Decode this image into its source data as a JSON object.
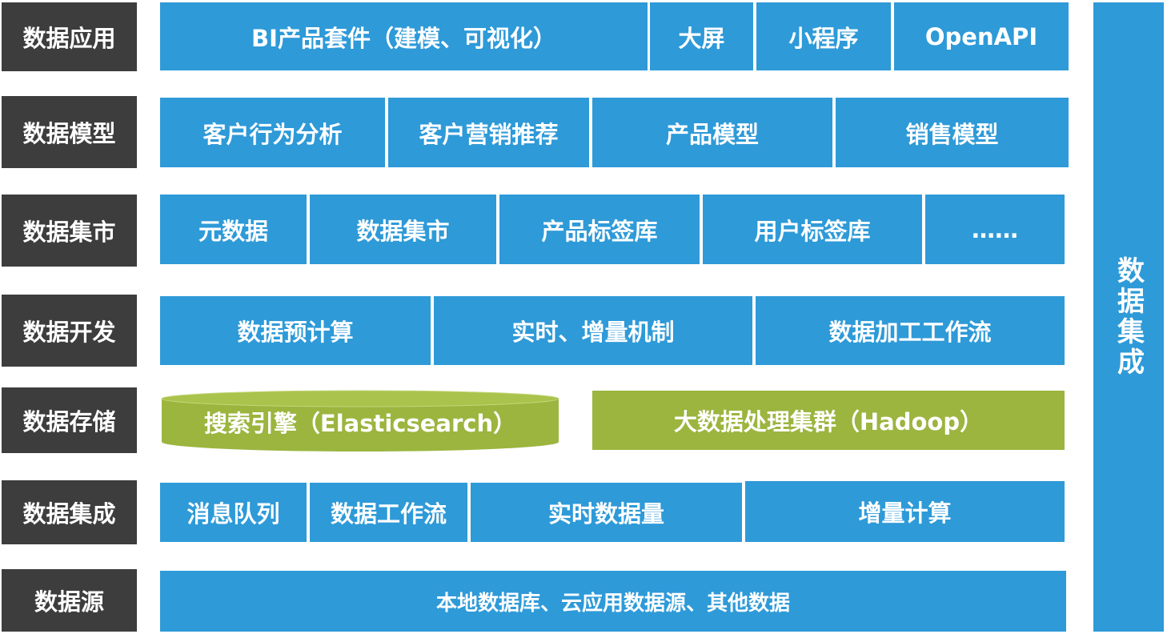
{
  "layers": {
    "application": {
      "label": "数据应用",
      "items": [
        "BI产品套件（建模、可视化）",
        "大屏",
        "小程序",
        "OpenAPI"
      ]
    },
    "model": {
      "label": "数据模型",
      "items": [
        "客户行为分析",
        "客户营销推荐",
        "产品模型",
        "销售模型"
      ]
    },
    "mart": {
      "label": "数据集市",
      "items": [
        "元数据",
        "数据集市",
        "产品标签库",
        "用户标签库",
        "……"
      ]
    },
    "development": {
      "label": "数据开发",
      "items": [
        "数据预计算",
        "实时、增量机制",
        "数据加工工作流"
      ]
    },
    "storage": {
      "label": "数据存储",
      "items": [
        "搜索引擎（Elasticsearch）",
        "大数据处理集群（Hadoop）"
      ]
    },
    "integration": {
      "label": "数据集成",
      "items": [
        "消息队列",
        "数据工作流",
        "实时数据量",
        "增量计算"
      ]
    },
    "source": {
      "label": "数据源",
      "items": [
        "本地数据库、云应用数据源、其他数据"
      ]
    }
  },
  "side_panel": {
    "label": "数据集成"
  },
  "colors": {
    "label_bg": "#3d3d3d",
    "box_blue": "#2e9ad8",
    "box_green": "#9bb53f"
  }
}
